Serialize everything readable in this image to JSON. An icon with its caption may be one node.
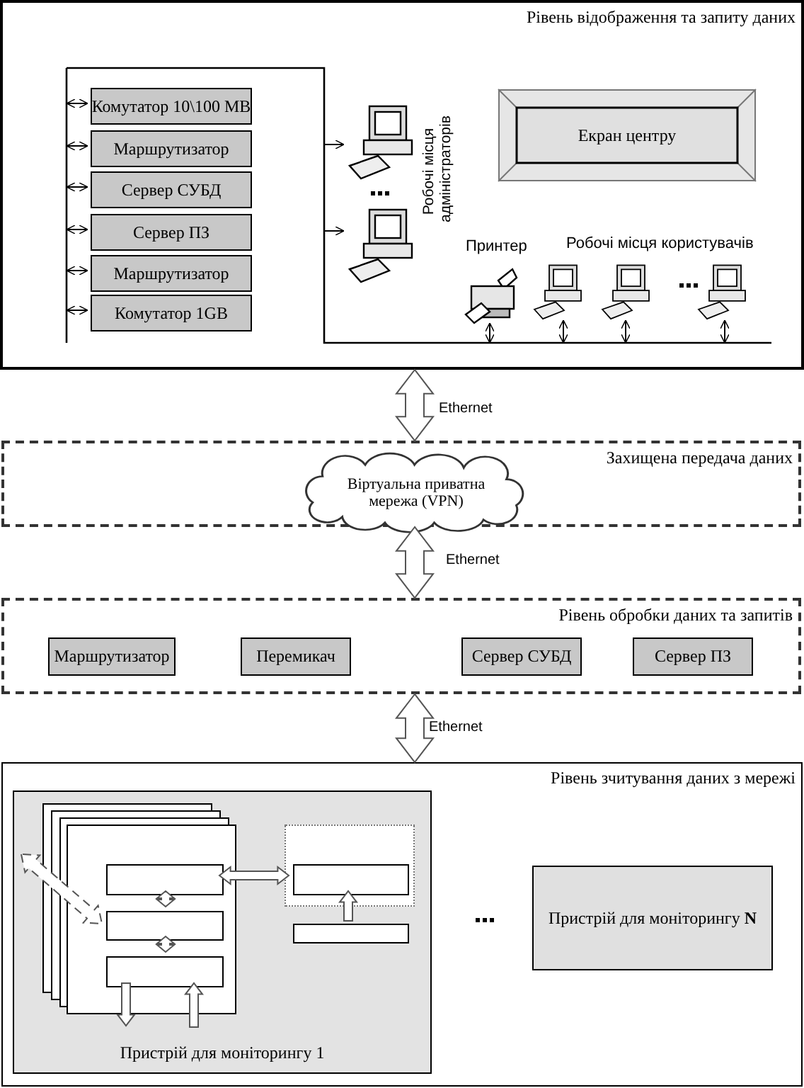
{
  "diagram": {
    "nodes": [
      {
        "text": [
          "Рівень відображення та запиту даних"
        ]
      },
      {
        "text": [
          "Комутатор 10\\100 MB"
        ],
        "in": 0
      },
      {
        "text": [
          "Маршрутизатор"
        ],
        "in": 0
      },
      {
        "text": [
          "Сервер СУБД"
        ],
        "in": 0
      },
      {
        "text": [
          "Сервер ПЗ"
        ],
        "in": 0
      },
      {
        "text": [
          "Маршрутизатор"
        ],
        "in": 0
      },
      {
        "text": [
          "Комутатор 1GB"
        ],
        "in": 0
      },
      {
        "text": [
          "Екран центру"
        ],
        "in": 0
      },
      {
        "text": [],
        "shape": "picture",
        "in": 0
      },
      {
        "text": [],
        "shape": "picture",
        "in": 0
      },
      {
        "text": [],
        "shape": "picture",
        "in": 0,
        "beside": [
          "Принтер"
        ]
      },
      {
        "text": [],
        "shape": "picture",
        "in": 0
      },
      {
        "text": [],
        "shape": "picture",
        "in": 0
      },
      {
        "text": [],
        "shape": "picture",
        "in": 0
      },
      {
        "text": [
          "Захищена передача даних"
        ]
      },
      {
        "text": [
          "Віртуальна приватна мережа (VPN)"
        ],
        "in": 14
      },
      {
        "text": [
          "Рівень обробки даних та запитів"
        ]
      },
      {
        "text": [
          "Маршрутизатор"
        ],
        "in": 16
      },
      {
        "text": [
          "Перемикач"
        ],
        "in": 16
      },
      {
        "text": [
          "Сервер СУБД"
        ],
        "in": 16
      },
      {
        "text": [
          "Сервер ПЗ"
        ],
        "in": 16
      },
      {
        "text": [
          "Рівень зчитування даних з мережі"
        ]
      },
      {
        "text": [
          "Пристрій для моніторингу 1"
        ],
        "in": 21
      },
      {
        "text": [],
        "shape": "box",
        "in": 22
      },
      {
        "text": [],
        "shape": "box",
        "in": 23
      },
      {
        "text": [],
        "shape": "box",
        "in": 23
      },
      {
        "text": [],
        "shape": "box",
        "in": 23
      },
      {
        "text": [],
        "shape": "box",
        "in": 22
      },
      {
        "text": [],
        "shape": "box",
        "in": 27
      },
      {
        "text": [],
        "shape": "box",
        "in": 22
      },
      {
        "text": [
          "Пристрій для моніторингу **N**"
        ],
        "in": 21
      }
    ],
    "edges": [
      {
        "from": 0,
        "to": 14,
        "arrow": "both",
        "label": "Ethernet",
        "style": "thick"
      },
      {
        "from": 14,
        "to": 16,
        "arrow": "both",
        "label": "Ethernet",
        "style": "thick"
      },
      {
        "from": 16,
        "to": 21,
        "arrow": "both",
        "label": "Ethernet",
        "style": "thick"
      },
      {
        "from": null,
        "to": 1,
        "arrow": "both"
      },
      {
        "from": null,
        "to": 2,
        "arrow": "both"
      },
      {
        "from": null,
        "to": 3,
        "arrow": "both"
      },
      {
        "from": null,
        "to": 4,
        "arrow": "both"
      },
      {
        "from": null,
        "to": 5,
        "arrow": "both"
      },
      {
        "from": null,
        "to": 6,
        "arrow": "both"
      },
      {
        "from": null,
        "to": 8,
        "arrow": "to"
      },
      {
        "from": null,
        "to": 9,
        "arrow": "to"
      },
      {
        "from": null,
        "to": 10,
        "arrow": "both"
      },
      {
        "from": null,
        "to": 11,
        "arrow": "both"
      },
      {
        "from": null,
        "to": 12,
        "arrow": "both"
      },
      {
        "from": null,
        "to": 13,
        "arrow": "both"
      },
      {
        "from": 24,
        "to": 25,
        "arrow": "both",
        "style": "thick"
      },
      {
        "from": 25,
        "to": 26,
        "arrow": "both",
        "style": "thick"
      },
      {
        "from": 24,
        "to": 28,
        "arrow": "both",
        "style": "thick"
      },
      {
        "from": 29,
        "to": 28,
        "arrow": "to",
        "style": "thick"
      },
      {
        "from": 26,
        "to": null,
        "arrow": "to",
        "style": "thick"
      },
      {
        "from": null,
        "to": 26,
        "arrow": "to",
        "style": "thick"
      },
      {
        "from": null,
        "to": 25,
        "arrow": "both",
        "style": "dashed"
      }
    ],
    "labels": [
      "Робочі місця адміністраторів",
      "Робочі місця користувачів"
    ]
  }
}
